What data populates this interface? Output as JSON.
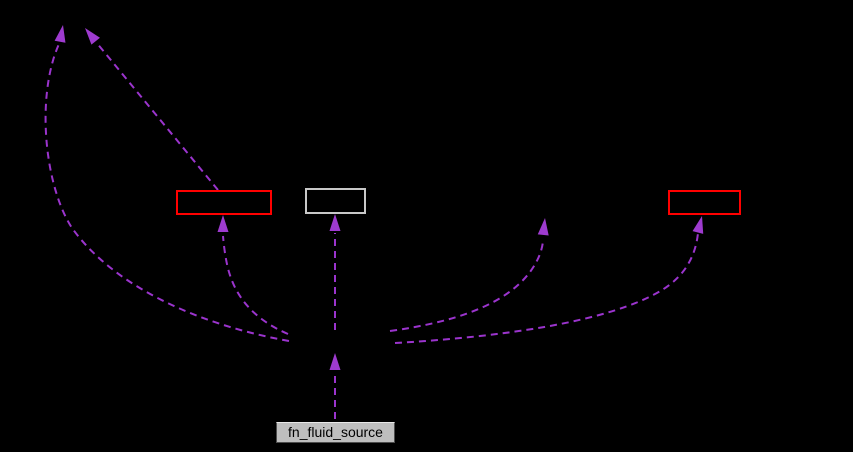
{
  "diagram": {
    "type": "dependency-graph",
    "background_color": "#000000",
    "edge_color": "#9B34CD",
    "edge_style": "dashed-arrows-up",
    "source_node": {
      "label": "fn_fluid_source",
      "fill_color": "#BEBEBE",
      "text_color": "#000000"
    },
    "nodes": [
      {
        "id": "red-box-left",
        "border_color": "#FF0000"
      },
      {
        "id": "gray-box-center",
        "border_color": "#C8C8C8"
      },
      {
        "id": "red-box-right",
        "border_color": "#FF0000"
      }
    ],
    "edges": [
      {
        "from": "fn_fluid_source",
        "to": "hidden-center-node"
      },
      {
        "from": "hidden-center-node",
        "to": "hidden-top-left-node"
      },
      {
        "from": "red-box-left",
        "to": "hidden-top-left-node"
      },
      {
        "from": "hidden-center-node",
        "to": "red-box-left"
      },
      {
        "from": "hidden-center-node",
        "to": "gray-box-center"
      },
      {
        "from": "hidden-center-node",
        "to": "hidden-mid-node"
      },
      {
        "from": "hidden-center-node",
        "to": "red-box-right"
      }
    ]
  }
}
